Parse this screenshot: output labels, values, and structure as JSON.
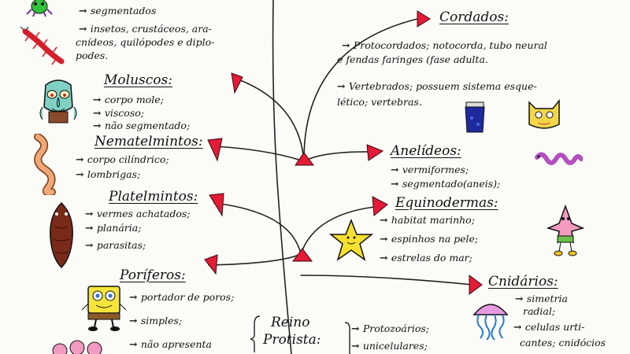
{
  "groups": {
    "artropodes": {
      "items": [
        "segmentados",
        "insetos, crustáceos, ara-"
      ],
      "cont": [
        "cnídeos, quilópodes e diplo-",
        "podes."
      ]
    },
    "moluscos": {
      "title": "Moluscos:",
      "items": [
        "corpo mole;",
        "viscoso;",
        "não segmentado;"
      ]
    },
    "nematelmintos": {
      "title": "Nematelmintos:",
      "items": [
        "corpo cilíndrico;",
        "lombrigas;"
      ]
    },
    "platelmintos": {
      "title": "Platelmintos:",
      "items": [
        "vermes achatados;",
        "planária;",
        "parasitas;"
      ]
    },
    "poriferos": {
      "title": "Poríferos:",
      "items": [
        "portador de poros;",
        "simples;",
        "não apresenta"
      ]
    },
    "cordados": {
      "title": "Cordados:",
      "items": [
        "Protocordados; notocorda, tubo neural",
        "Vertebrados; possuem sistema esque-"
      ],
      "cont": [
        "e fendas faringes (fase adulta.",
        "lético; vertebras."
      ]
    },
    "anelideos": {
      "title": "Anelídeos:",
      "items": [
        "vermiformes;",
        "segmentado(aneis);"
      ]
    },
    "equinodermas": {
      "title": "Equinodermas:",
      "items": [
        "habitat marinho;",
        "espinhos na pele;",
        "estrelas do mar;"
      ]
    },
    "cnidarios": {
      "title": "Cnidários:",
      "items": [
        "simetria",
        "celulas urti-"
      ],
      "cont": [
        "radial;",
        "cantes; cnidócios"
      ]
    },
    "protista": {
      "title_line1": "Reino",
      "title_line2": "Protista:",
      "items": [
        "Protozoários;",
        "unicelulares;"
      ]
    }
  },
  "colors": {
    "arrow": "#e31b36",
    "trunk": "#222222"
  }
}
